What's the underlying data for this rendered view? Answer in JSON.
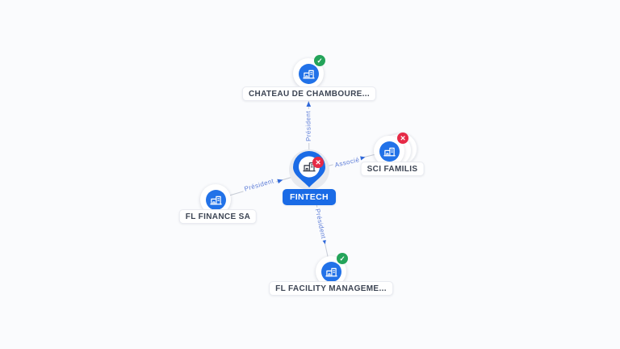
{
  "diagram": {
    "badge_glyphs": {
      "check": "✓",
      "cross": "✕"
    },
    "colors": {
      "background": "#fafbfd",
      "node_blue": "#2272e8",
      "pin_blue": "#1a6be6",
      "edge_line": "#c7ccd6",
      "edge_label": "#5e7ed8",
      "arrow_blue": "#2e67d9",
      "badge_green": "#24a45a",
      "badge_red": "#e62a46",
      "node_label_text": "#3c4453"
    },
    "center_node": {
      "id": "fintech",
      "label": "FINTECH",
      "badge": "cross"
    },
    "nodes": [
      {
        "id": "chateau",
        "label": "CHATEAU DE CHAMBOURE...",
        "badge": "check",
        "stacked": false
      },
      {
        "id": "sci-familis",
        "label": "SCI FAMILIS",
        "badge": "cross",
        "stacked": true
      },
      {
        "id": "fl-finance",
        "label": "FL FINANCE SA",
        "badge": "none",
        "stacked": false
      },
      {
        "id": "fl-facility",
        "label": "FL FACILITY MANAGEME...",
        "badge": "check",
        "stacked": false
      }
    ],
    "edges": [
      {
        "from": "fintech",
        "to": "chateau",
        "label": "Président"
      },
      {
        "from": "fintech",
        "to": "sci-familis",
        "label": "Associé"
      },
      {
        "from": "fl-finance",
        "to": "fintech",
        "label": "Président"
      },
      {
        "from": "fintech",
        "to": "fl-facility",
        "label": "Président"
      }
    ]
  }
}
